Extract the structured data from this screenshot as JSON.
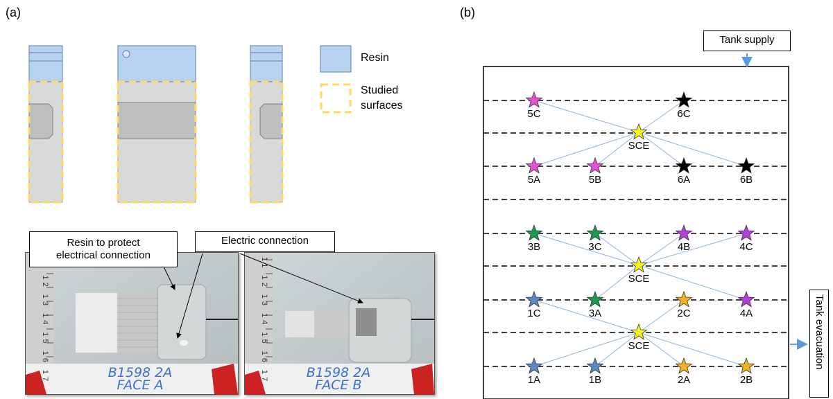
{
  "panel_a": {
    "label": "(a)",
    "legend": {
      "resin": "Resin",
      "studied_line1": "Studied",
      "studied_line2": "surfaces"
    },
    "photos": {
      "callout_resin_line1": "Resin to protect",
      "callout_resin_line2": "electrical connection",
      "callout_electric": "Electric connection",
      "photo1_tag_line1": "B1598 2A",
      "photo1_tag_line2": "FACE A",
      "photo2_tag_line1": "B1598 2A",
      "photo2_tag_line2": "FACE B",
      "ruler_left": "11 12 13 14 15 16 17",
      "ruler_right": "11 12 13 14 15 16 17"
    }
  },
  "panel_b": {
    "label": "(b)",
    "tank_supply": "Tank supply",
    "tank_evacuation": "Tank evacuation",
    "colors": {
      "pink": "#e64fd8",
      "black": "#000000",
      "yellow": "#f5f522",
      "green": "#1a9a4a",
      "purple": "#b43fd9",
      "blue": "#5b87c8",
      "orange": "#f2b21c",
      "connector": "#8fb4dc"
    },
    "samples": [
      {
        "id": "5C",
        "color": "pink"
      },
      {
        "id": "6C",
        "color": "black"
      },
      {
        "id": "SCE",
        "color": "yellow"
      },
      {
        "id": "5A",
        "color": "pink"
      },
      {
        "id": "5B",
        "color": "pink"
      },
      {
        "id": "6A",
        "color": "black"
      },
      {
        "id": "6B",
        "color": "black"
      },
      {
        "id": "3B",
        "color": "green"
      },
      {
        "id": "3C",
        "color": "green"
      },
      {
        "id": "4B",
        "color": "purple"
      },
      {
        "id": "4C",
        "color": "purple"
      },
      {
        "id": "SCE",
        "color": "yellow"
      },
      {
        "id": "1C",
        "color": "blue"
      },
      {
        "id": "3A",
        "color": "green"
      },
      {
        "id": "2C",
        "color": "orange"
      },
      {
        "id": "4A",
        "color": "purple"
      },
      {
        "id": "SCE",
        "color": "yellow"
      },
      {
        "id": "1A",
        "color": "blue"
      },
      {
        "id": "1B",
        "color": "blue"
      },
      {
        "id": "2A",
        "color": "orange"
      },
      {
        "id": "2B",
        "color": "orange"
      }
    ]
  }
}
